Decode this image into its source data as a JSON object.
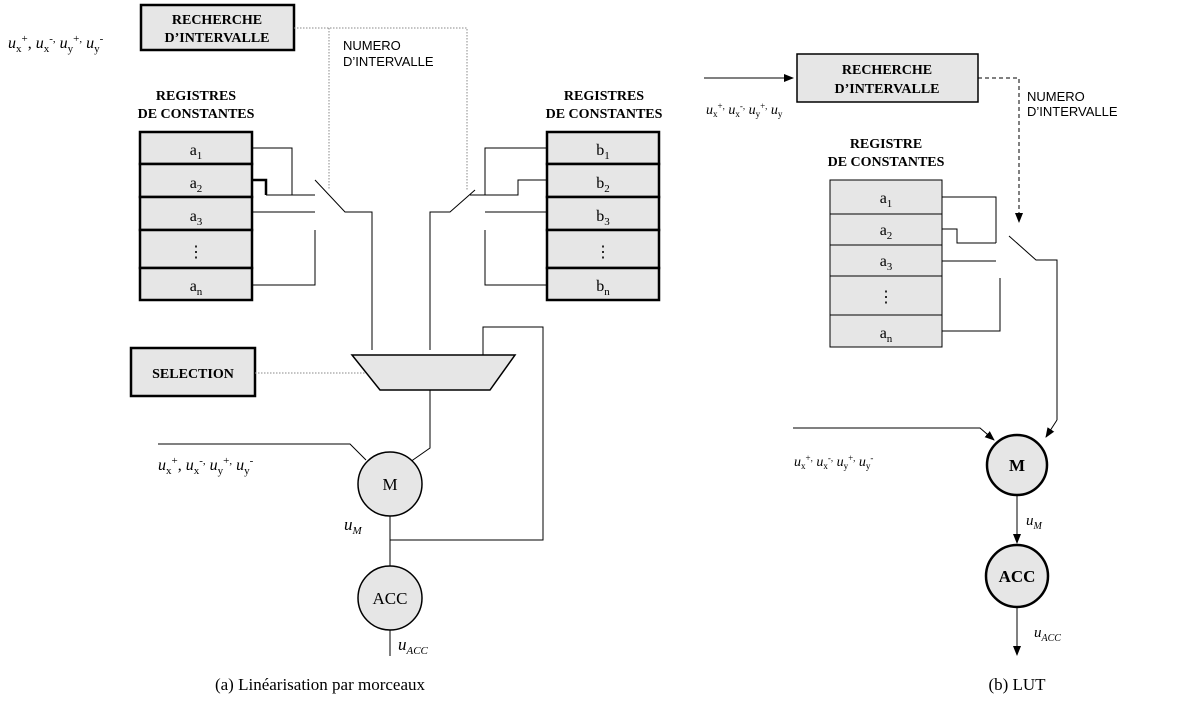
{
  "panel_a": {
    "search_block": [
      "RECHERCHE",
      "D’INTERVALLE"
    ],
    "interval_number": [
      "NUMERO",
      "D’INTERVALLE"
    ],
    "input_label": "u_x^+, u_x^-, u_y^+, u_y^-",
    "registers_a_title": [
      "REGISTRES",
      "DE CONSTANTES"
    ],
    "registers_b_title": [
      "REGISTRES",
      "DE CONSTANTES"
    ],
    "registers_a": [
      "a1",
      "a2",
      "a3",
      "⋮",
      "an"
    ],
    "registers_b": [
      "b1",
      "b2",
      "b3",
      "⋮",
      "bn"
    ],
    "selection_block": "SELECTION",
    "input_label_2": "u_x^+, u_x^-, u_y^+, u_y^-",
    "multiplier": "M",
    "output_m": "u_M",
    "accumulator": "ACC",
    "output_acc": "u_ACC",
    "caption": "(a) Linéarisation par morceaux"
  },
  "panel_b": {
    "search_block": [
      "RECHERCHE",
      "D’INTERVALLE"
    ],
    "interval_number": [
      "NUMERO",
      "D’INTERVALLE"
    ],
    "input_label": "u_x^+, u_x^-, u_y^+, u_y",
    "registers_title": [
      "REGISTRE",
      "DE CONSTANTES"
    ],
    "registers": [
      "a1",
      "a2",
      "a3",
      "⋮",
      "an"
    ],
    "input_label_2": "u_x^+, u_x^-, u_y^+, u_y^-",
    "multiplier": "M",
    "output_m": "u_M",
    "accumulator": "ACC",
    "output_acc": "u_ACC",
    "caption": "(b) LUT"
  },
  "colors": {
    "block_fill": "#e6e6e6",
    "line": "#000000",
    "dotted": "#777777"
  }
}
